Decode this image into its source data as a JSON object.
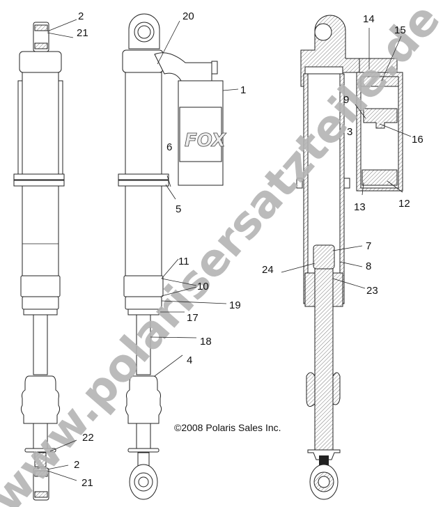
{
  "diagram": {
    "watermark": "www.polarisersatzteile.de",
    "copyright": "©2008 Polaris Sales Inc.",
    "brand_on_reservoir": "FOX",
    "callouts": {
      "c2_top": "2",
      "c21_top": "21",
      "c20": "20",
      "c1": "1",
      "c6": "6",
      "c5": "5",
      "c14": "14",
      "c15": "15",
      "c9": "9",
      "c3": "3",
      "c16": "16",
      "c13": "13",
      "c12": "12",
      "c7": "7",
      "c8": "8",
      "c24": "24",
      "c23": "23",
      "c11": "11",
      "c10": "10",
      "c19": "19",
      "c17": "17",
      "c18": "18",
      "c4": "4",
      "c22": "22",
      "c2_bot": "2",
      "c21_bot": "21"
    }
  }
}
